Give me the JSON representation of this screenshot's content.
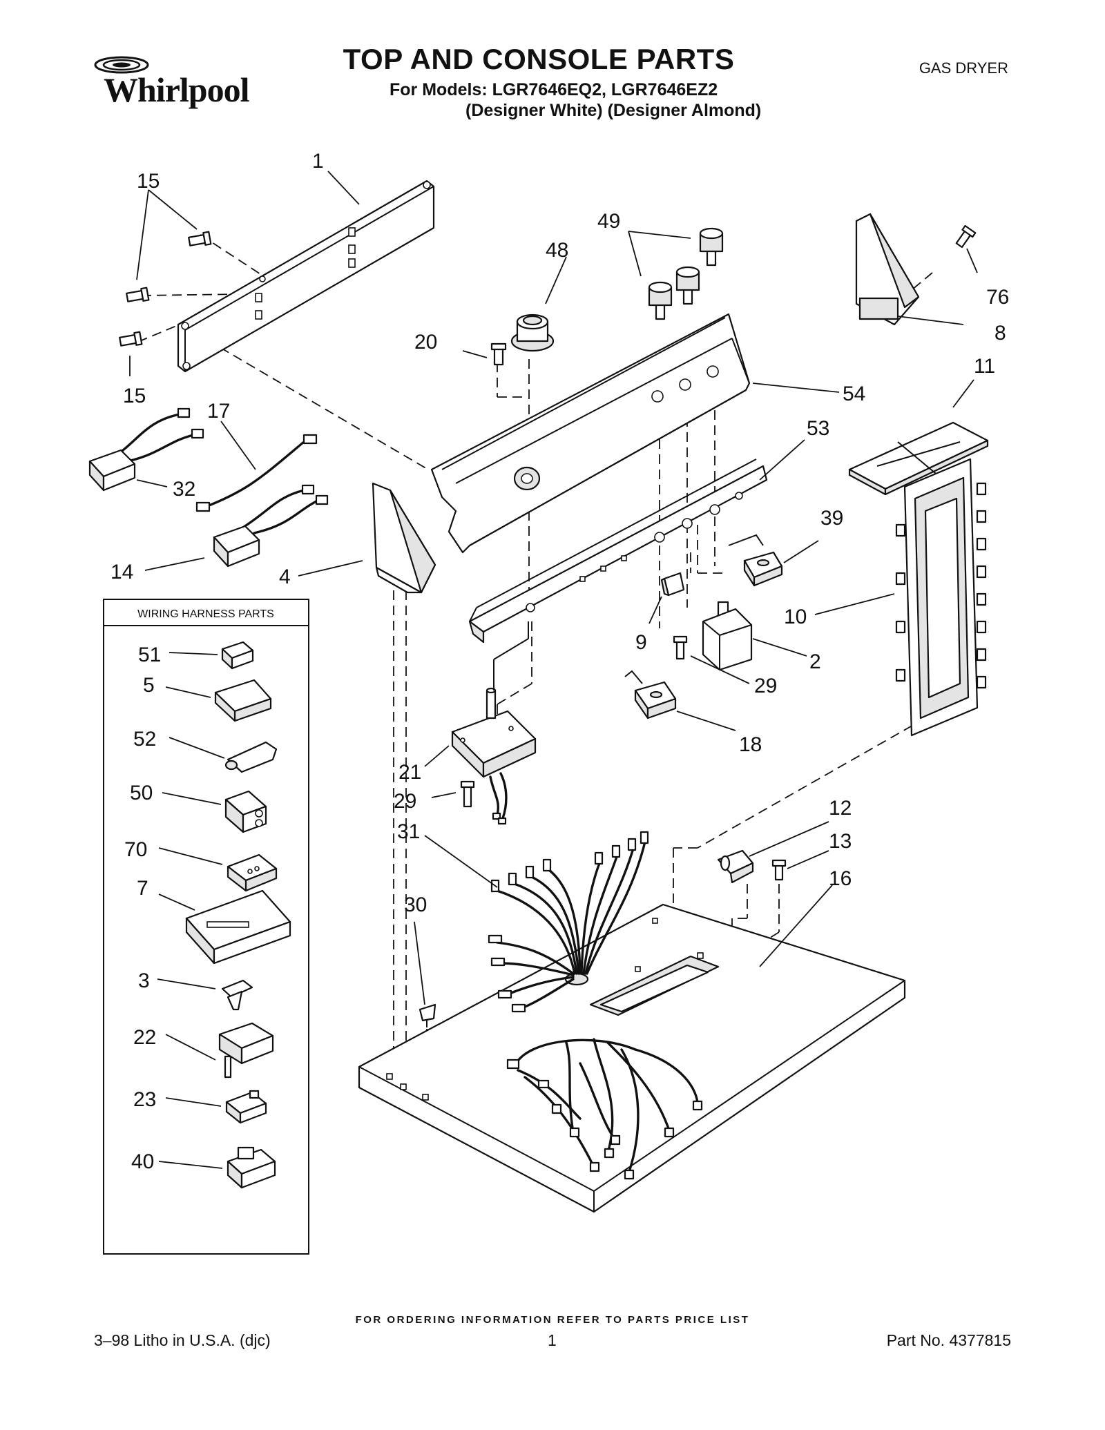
{
  "header": {
    "brand": "Whirlpool",
    "title": "TOP AND CONSOLE PARTS",
    "models_line": "For Models: LGR7646EQ2, LGR7646EZ2",
    "colors_line": "(Designer White) (Designer Almond)",
    "product_type": "GAS DRYER"
  },
  "wiring_box": {
    "title": "WIRING HARNESS PARTS"
  },
  "callouts": {
    "c1": "1",
    "c2": "2",
    "c3": "3",
    "c4": "4",
    "c5": "5",
    "c7": "7",
    "c8": "8",
    "c9": "9",
    "c10": "10",
    "c11": "11",
    "c12": "12",
    "c13": "13",
    "c14": "14",
    "c15a": "15",
    "c15b": "15",
    "c16": "16",
    "c17": "17",
    "c18": "18",
    "c20": "20",
    "c21": "21",
    "c22": "22",
    "c23": "23",
    "c29a": "29",
    "c29b": "29",
    "c30": "30",
    "c31": "31",
    "c32": "32",
    "c39": "39",
    "c40": "40",
    "c48": "48",
    "c49": "49",
    "c50": "50",
    "c51": "51",
    "c52": "52",
    "c53": "53",
    "c54": "54",
    "c70": "70",
    "c76": "76"
  },
  "footer": {
    "ordering_note": "FOR ORDERING INFORMATION REFER TO PARTS PRICE LIST",
    "litho": "3–98 Litho in U.S.A. (djc)",
    "page_number": "1",
    "part_number": "Part No. 4377815"
  }
}
